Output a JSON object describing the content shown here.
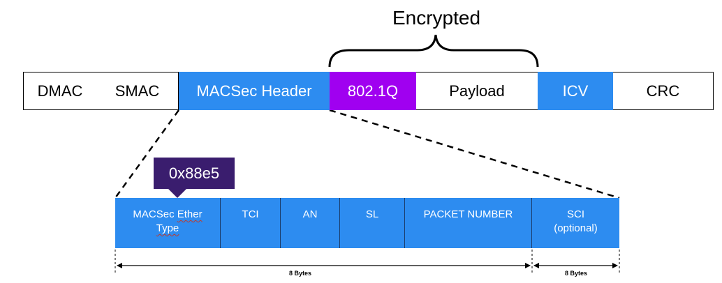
{
  "title": "Encrypted",
  "frame": {
    "fields": [
      {
        "label": "DMAC",
        "color": "#ffffff"
      },
      {
        "label": "SMAC",
        "color": "#ffffff"
      },
      {
        "label": "MACSec Header",
        "color": "#2d8cf0"
      },
      {
        "label": "802.1Q",
        "color": "#a000f0"
      },
      {
        "label": "Payload",
        "color": "#ffffff"
      },
      {
        "label": "ICV",
        "color": "#2d8cf0"
      },
      {
        "label": "CRC",
        "color": "#ffffff"
      }
    ]
  },
  "callout": {
    "label": "0x88e5",
    "color": "#3a1d6e"
  },
  "header": {
    "fields": [
      {
        "line1": "MACSec Ether",
        "line2": "Type"
      },
      {
        "line1": "TCI",
        "line2": ""
      },
      {
        "line1": "AN",
        "line2": ""
      },
      {
        "line1": "SL",
        "line2": ""
      },
      {
        "line1": "PACKET NUMBER",
        "line2": ""
      },
      {
        "line1": "SCI",
        "line2": "(optional)"
      }
    ],
    "color": "#2d8cf0"
  },
  "sizes": {
    "left": "8 Bytes",
    "right": "8 Bytes"
  }
}
